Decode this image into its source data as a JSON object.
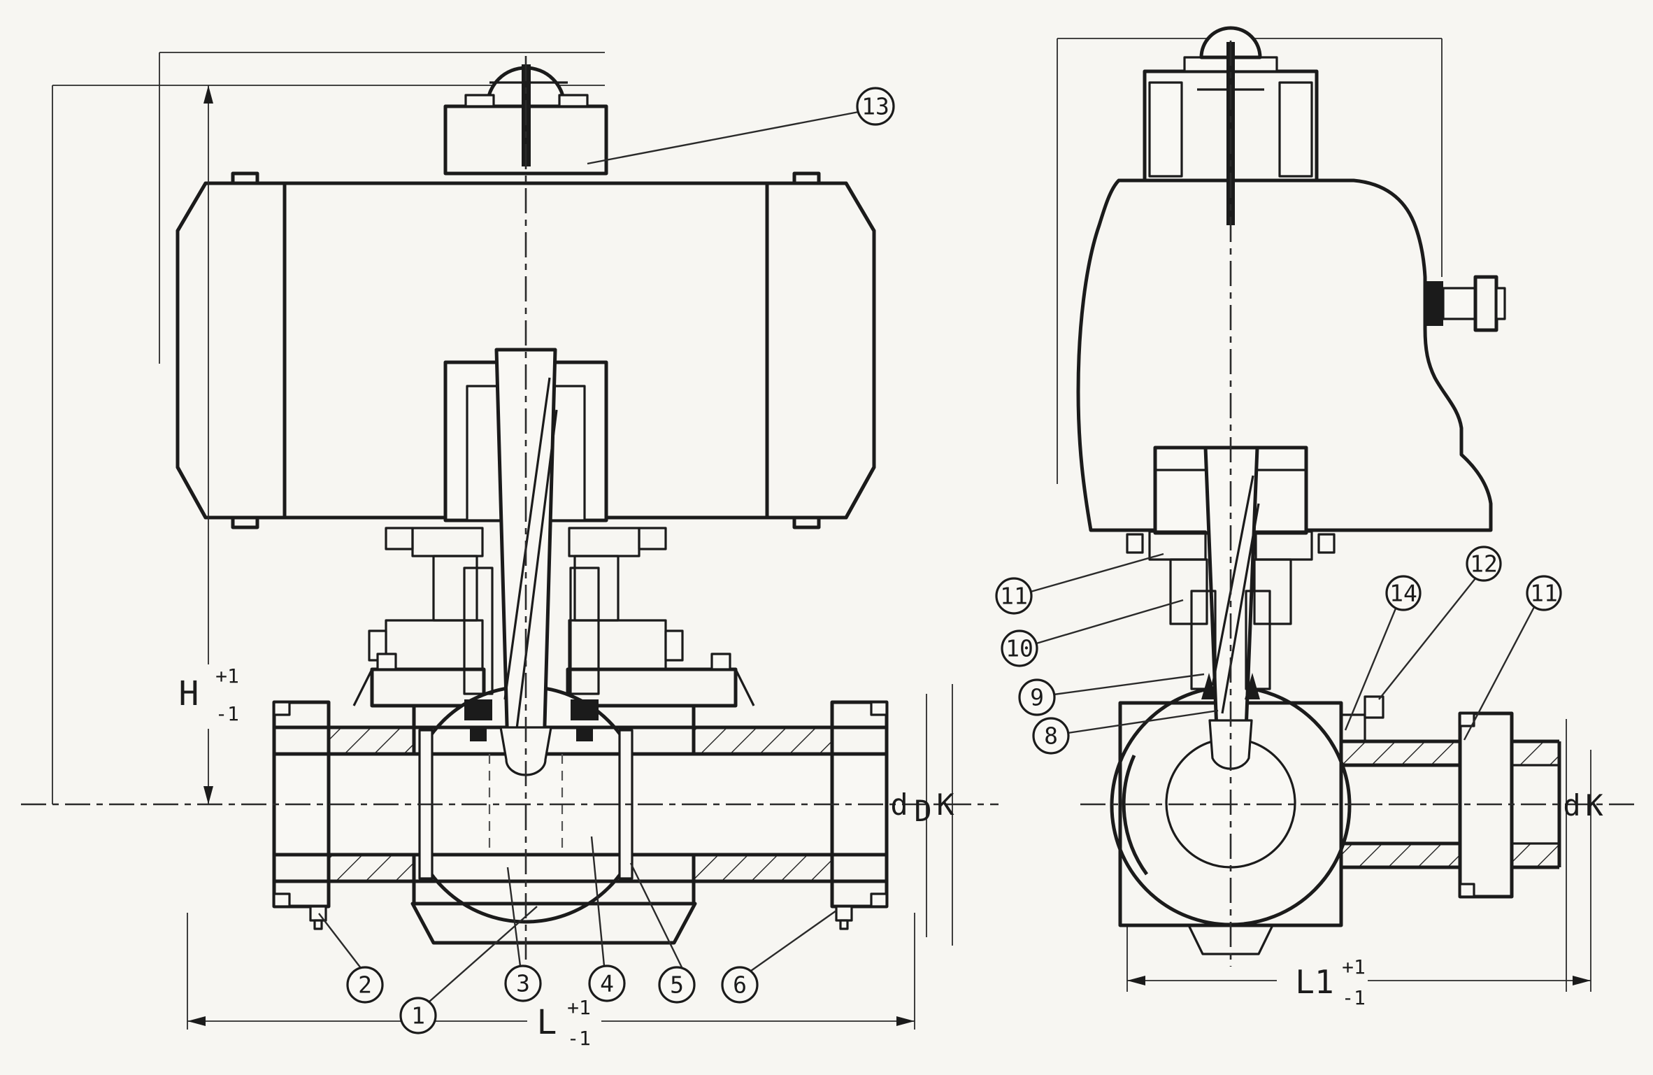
{
  "drawing": {
    "type": "pneumatic-actuated-ball-valve-section",
    "background_color": "#f7f6f2",
    "ink_color": "#1b1b1b",
    "views": {
      "front": "front-section-view",
      "side": "side-section-view"
    }
  },
  "callouts": {
    "front_top": [
      "13"
    ],
    "front_bottom": [
      "2",
      "1",
      "3",
      "4",
      "5",
      "6"
    ],
    "side_left": [
      "11",
      "10",
      "9",
      "8"
    ],
    "side_right": [
      "14",
      "12",
      "11"
    ]
  },
  "dims": {
    "H": {
      "name": "H",
      "plus": "+1",
      "minus": "-1"
    },
    "L": {
      "name": "L",
      "plus": "+1",
      "minus": "-1"
    },
    "L1": {
      "name": "L1",
      "plus": "+1",
      "minus": "-1"
    },
    "front_right": {
      "d": "d",
      "D": "D",
      "K": "K"
    },
    "side_right": {
      "d": "d",
      "K": "K"
    }
  }
}
